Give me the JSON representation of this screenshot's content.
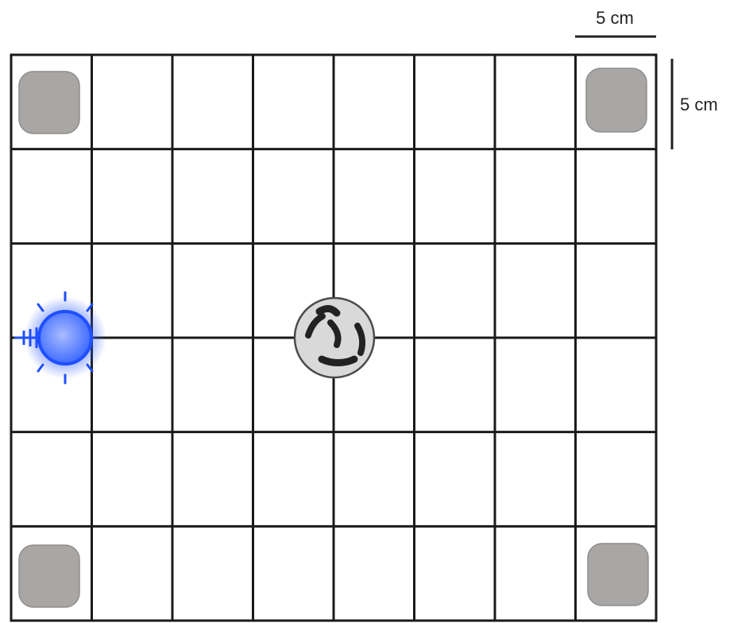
{
  "scale_bar_horizontal": {
    "label": "5 cm"
  },
  "scale_bar_vertical": {
    "label": "5 cm"
  },
  "arena": {
    "columns": 8,
    "rows": 6,
    "corner_pads": [
      "top-left",
      "top-right",
      "bottom-left",
      "bottom-right"
    ]
  },
  "colors": {
    "grid_line": "#1a1a1a",
    "pad_fill": "#a9a7a5",
    "light_source": "#1f4fff",
    "dish_fill": "#d9d9d9",
    "larva": "#222222"
  },
  "icons": {
    "light_source": "light-bulb-icon",
    "dish": "petri-dish-icon"
  }
}
